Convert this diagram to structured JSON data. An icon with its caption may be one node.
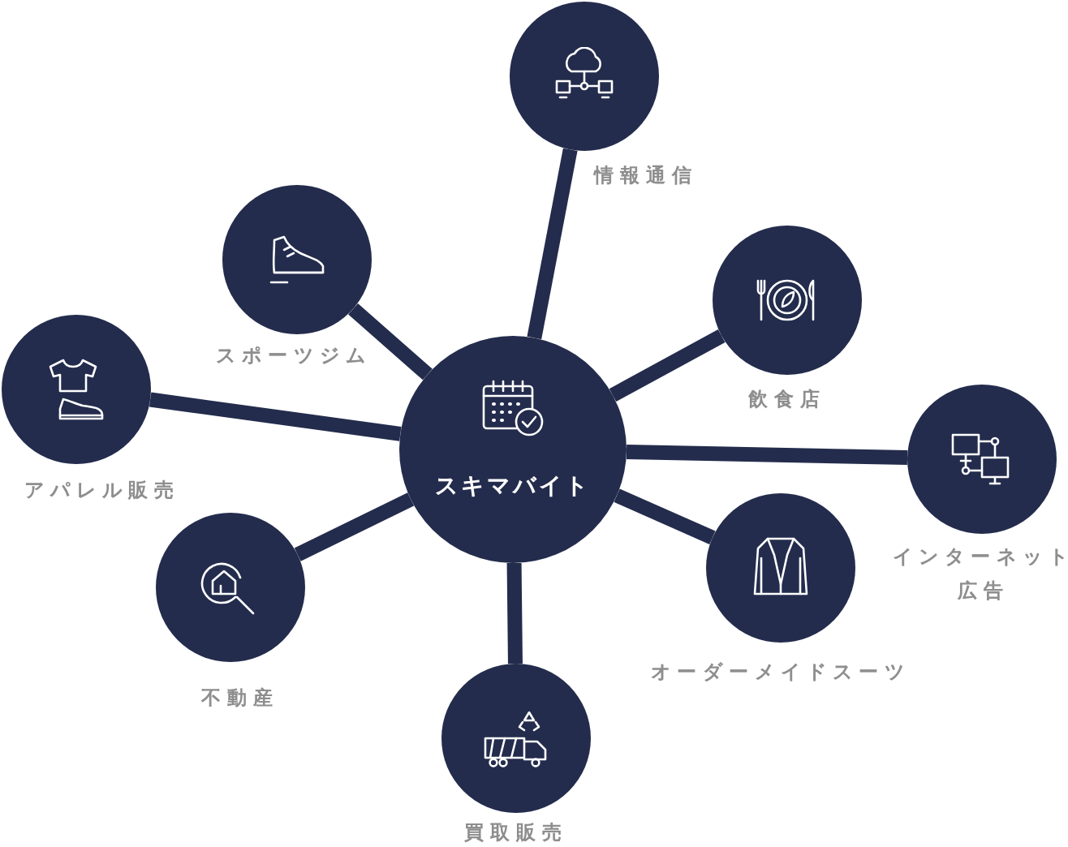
{
  "diagram": {
    "nodes": [
      {
        "text": [
          "スキマバイト"
        ]
      },
      {
        "text": [
          "情報通信"
        ]
      },
      {
        "text": [
          "スポーツジム"
        ]
      },
      {
        "text": [
          "飲食店"
        ]
      },
      {
        "text": [
          "アパレル販売"
        ]
      },
      {
        "text": [
          "インターネット広告"
        ]
      },
      {
        "text": [
          "オーダーメイドスーツ"
        ]
      },
      {
        "text": [
          "不動産"
        ]
      },
      {
        "text": [
          "買取販売"
        ]
      }
    ],
    "edges": [
      {
        "from": 0,
        "to": 1,
        "arrow": "none"
      },
      {
        "from": 0,
        "to": 2,
        "arrow": "none"
      },
      {
        "from": 0,
        "to": 3,
        "arrow": "none"
      },
      {
        "from": 0,
        "to": 4,
        "arrow": "none"
      },
      {
        "from": 0,
        "to": 5,
        "arrow": "none"
      },
      {
        "from": 0,
        "to": 6,
        "arrow": "none"
      },
      {
        "from": 0,
        "to": 7,
        "arrow": "none"
      },
      {
        "from": 0,
        "to": 8,
        "arrow": "none"
      }
    ]
  }
}
